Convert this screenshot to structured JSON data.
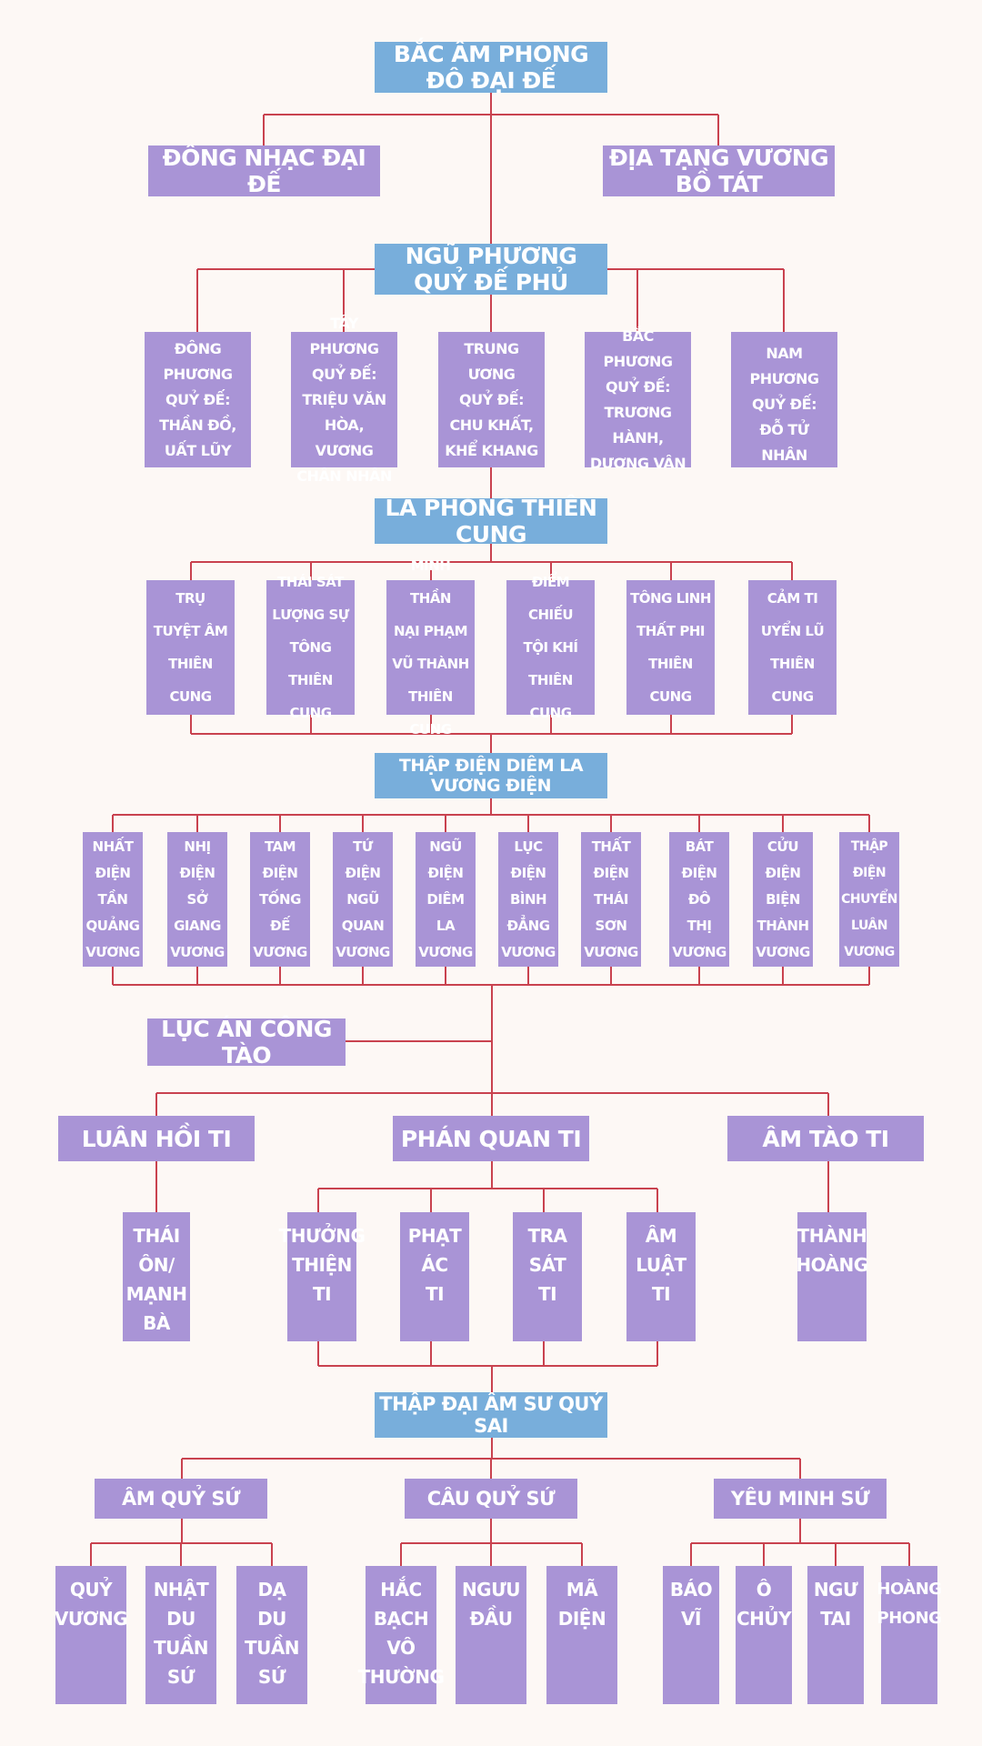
{
  "colors": {
    "background": "#fdf8f5",
    "blue": "#78aedb",
    "purple": "#a994d6",
    "line": "#c9424f",
    "text": "#ffffff"
  },
  "nodes": {
    "root": "BẮC ÂM PHONG ĐÔ ĐẠI ĐẾ",
    "dong_nhac": "ĐÔNG NHẠC ĐẠI ĐẾ",
    "dia_tang": "ĐỊA TẠNG VƯƠNG BỒ TÁT",
    "ngu_phuong": "NGŨ PHƯƠNG QUỶ ĐẾ PHỦ",
    "quy_de": [
      "ĐÔNG PHƯƠNG\nQUỶ ĐẾ:\nTHẦN ĐỒ,\nUẤT LŨY",
      "TÂY PHƯƠNG\nQUỶ ĐẾ:\nTRIỆU VĂN\nHÒA, VƯƠNG\nCHÂN NHÂN",
      "TRUNG ƯƠNG\nQUỶ ĐẾ:\nCHU KHẤT,\nKHỂ KHANG",
      "BẮC PHƯƠNG\nQUỶ ĐẾ:\nTRƯƠNG HÀNH,\nDƯƠNG VÂN",
      "NAM PHƯƠNG\nQUỶ ĐẾ:\nĐỖ TỬ NHÂN"
    ],
    "la_phong": "LA PHONG THIÊN CUNG",
    "thien_cung": [
      "TRỤ\nTUYỆT ÂM\nTHIÊN CUNG",
      "THÁI SÁT\nLƯỢNG SỰ\nTÔNG THIÊN\nCUNG",
      "MINH THẦN\nNẠI PHẠM\nVŨ THÀNH\nTHIÊN CUNG",
      "ĐIỂM CHIẾU\nTỘI KHÍ\nTHIÊN CUNG",
      "TÔNG LINH\nTHẤT PHI\nTHIÊN CUNG",
      "CẢM TI\nUYỂN LŨ\nTHIÊN CUNG"
    ],
    "thap_dien": "THẬP ĐIỆN DIÊM LA VƯƠNG ĐIỆN",
    "dien": [
      "NHẤT\nĐIỆN\nTẦN\nQUẢNG\nVƯƠNG",
      "NHỊ\nĐIỆN\nSỞ\nGIANG\nVƯƠNG",
      "TAM\nĐIỆN\nTỐNG\nĐẾ\nVƯƠNG",
      "TỨ\nĐIỆN\nNGŨ\nQUAN\nVƯƠNG",
      "NGŨ\nĐIỆN\nDIÊM\nLA\nVƯƠNG",
      "LỤC\nĐIỆN\nBÌNH\nĐẲNG\nVƯƠNG",
      "THẤT\nĐIỆN\nTHÁI\nSƠN\nVƯƠNG",
      "BÁT\nĐIỆN\nĐÔ\nTHỊ\nVƯƠNG",
      "CỬU\nĐIỆN\nBIỆN\nTHÀNH\nVƯƠNG",
      "THẬP\nĐIỆN\nCHUYỂN\nLUÂN\nVƯƠNG"
    ],
    "luc_an": "LỤC ÁN CÔNG TÀO",
    "luan_hoi": "LUÂN HỒI TI",
    "phan_quan": "PHÁN QUAN TI",
    "am_tao": "ÂM TÀO TI",
    "thai_on": "THÁI\nÔN/\nMẠNH\nBÀ",
    "phan_quan_children": [
      "THƯỞNG\nTHIỆN\nTI",
      "PHẠT\nÁC\nTI",
      "TRA\nSÁT\nTI",
      "ÂM\nLUẬT\nTI"
    ],
    "thanh_hoang": "THÀNH\nHOÀNG",
    "thap_dai": "THẬP ĐẠI ÂM SƯ QUỶ SAI",
    "am_quy_su": "ÂM QUỶ SỨ",
    "cau_quy_su": "CÂU QUỶ SỨ",
    "yeu_minh_su": "YÊU MINH SỨ",
    "am_quy_children": [
      "QUỶ\nVƯƠNG",
      "NHẬT\nDU\nTUẦN\nSỨ",
      "DẠ\nDU\nTUẦN\nSỨ"
    ],
    "cau_quy_children": [
      "HẮC\nBẠCH\nVÔ\nTHƯỜNG",
      "NGƯU\nĐẦU",
      "MÃ\nDIỆN"
    ],
    "yeu_minh_children": [
      "BÁO\nVĨ",
      "Ô\nCHỦY",
      "NGƯ\nTAI",
      "HOÀNG\nPHONG"
    ]
  }
}
